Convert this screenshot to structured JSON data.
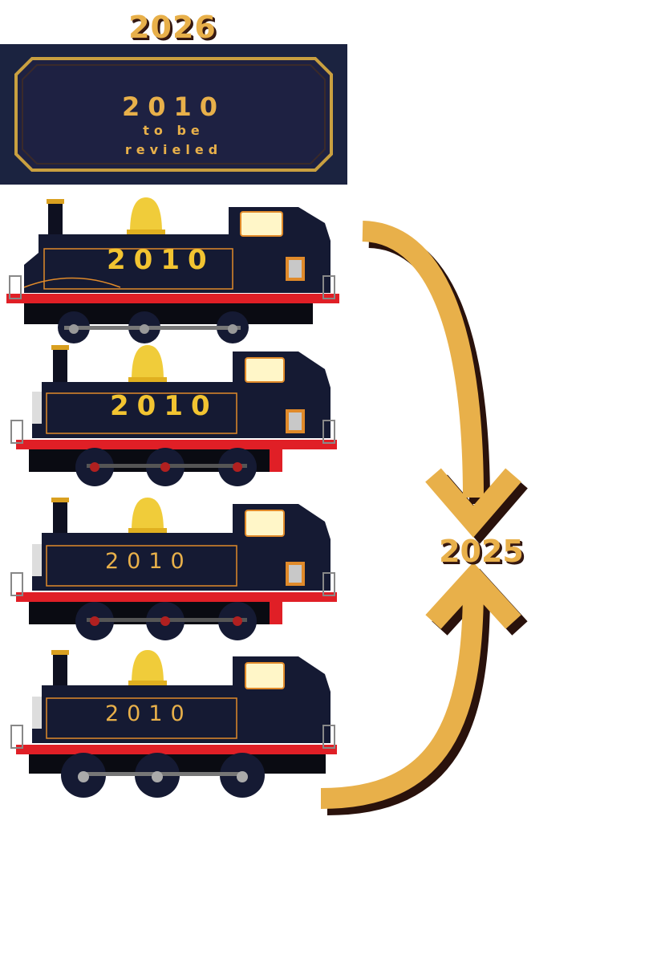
{
  "header": {
    "year": "2026"
  },
  "panel": {
    "number": "2010",
    "line1": "to be",
    "line2": "revieled"
  },
  "engines": [
    {
      "number": "2010",
      "style": "bold-yellow"
    },
    {
      "number": "2010",
      "style": "bold-yellow"
    },
    {
      "number": "2010",
      "style": "light-gold"
    },
    {
      "number": "2010",
      "style": "light-gold"
    }
  ],
  "side": {
    "year": "2025"
  },
  "colors": {
    "engine_body": "#151a33",
    "buffer_beam": "#e01f26",
    "lining": "#e08a2a",
    "dome": "#f0cc3a",
    "gold": "#e8b04a",
    "arrow_shadow": "#2a120c"
  }
}
